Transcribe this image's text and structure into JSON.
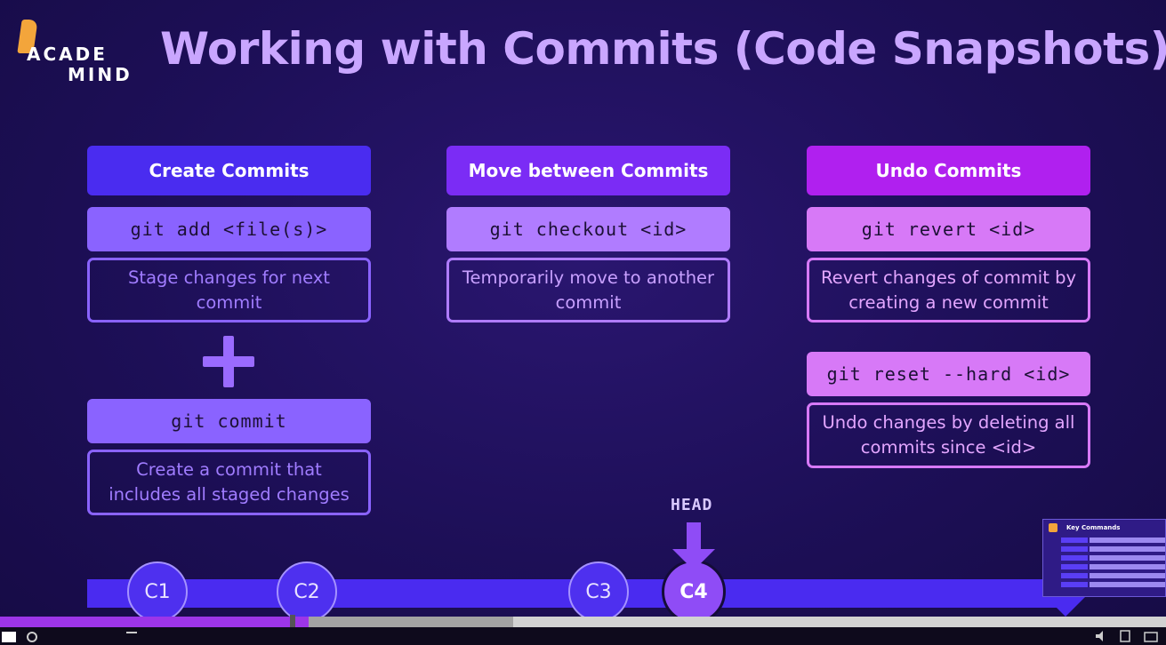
{
  "logo": {
    "line1": "ACADE",
    "line2": "MIND"
  },
  "title": "Working with Commits (Code Snapshots)",
  "columns": [
    {
      "header": "Create Commits",
      "cmd1": "git add <file(s)>",
      "desc1": "Stage changes for next commit",
      "cmd2": "git commit",
      "desc2": "Create a commit that includes all staged changes"
    },
    {
      "header": "Move between Commits",
      "cmd1": "git checkout <id>",
      "desc1": "Temporarily move to another commit"
    },
    {
      "header": "Undo Commits",
      "cmd1": "git revert <id>",
      "desc1": "Revert changes of commit by creating a new commit",
      "cmd2": "git reset --hard <id>",
      "desc2": "Undo changes by deleting all commits since <id>"
    }
  ],
  "timeline": {
    "head_label": "HEAD",
    "commits": [
      "C1",
      "C2",
      "C3",
      "C4"
    ],
    "active_commit": "C4"
  },
  "pip": {
    "title": "Key Commands"
  },
  "player": {
    "played_fraction": 0.265,
    "loaded_fraction": 0.44
  },
  "colors": {
    "col1_header": "#4a2cf0",
    "col1_cmd": "#8a63ff",
    "col1_border": "#8a63ff",
    "col1_text": "#a07cff",
    "col2_header": "#7b2cf5",
    "col2_cmd": "#b07cff",
    "col2_border": "#b07cff",
    "col2_text": "#c8a0ff",
    "col3_header": "#b020ef",
    "col3_cmd": "#d779f7",
    "col3_border": "#d779f7",
    "col3_text": "#e3a6ff"
  }
}
